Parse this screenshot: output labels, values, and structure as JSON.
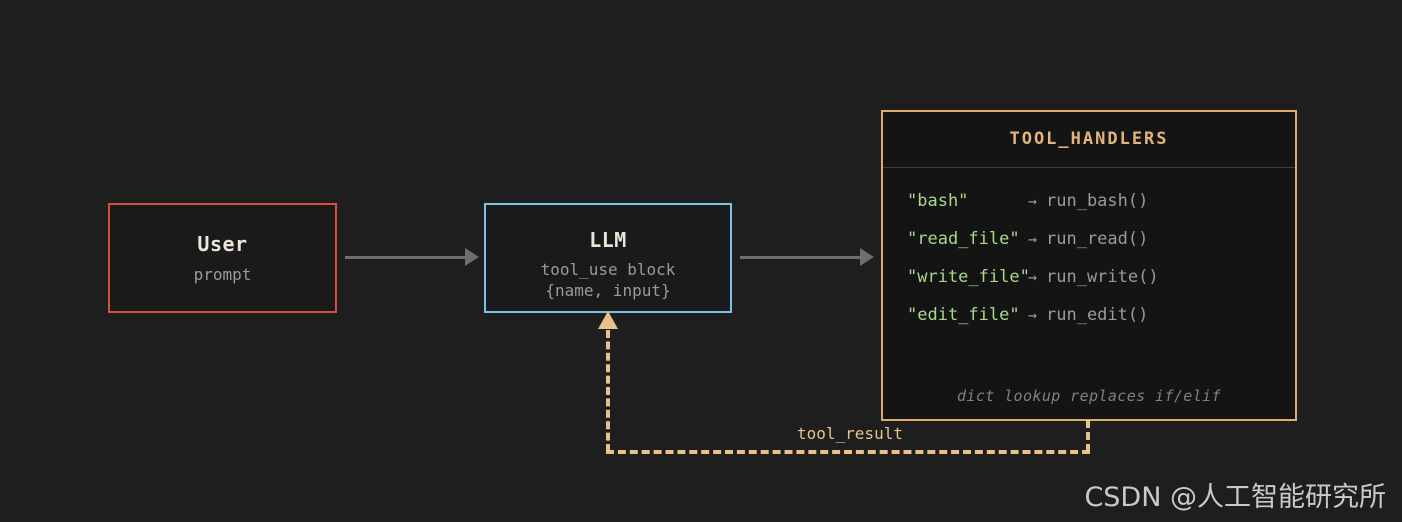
{
  "theme": {
    "background": "#1e1e1e",
    "user_border": "#d4503c",
    "llm_border": "#7cc3e8",
    "handlers_border": "#e0ab70",
    "handlers_title": "#e3b579",
    "key_green": "#a8d98a",
    "muted_gray": "#9a9a9a",
    "dashed_tan": "#e8c089",
    "arrow_gray": "#6e6e6e"
  },
  "nodes": {
    "user": {
      "title": "User",
      "subtitle": "prompt"
    },
    "llm": {
      "title": "LLM",
      "subtitle_line1": "tool_use block",
      "subtitle_line2": "{name, input}"
    },
    "tool_handlers": {
      "title": "TOOL_HANDLERS",
      "note": "dict lookup replaces if/elif",
      "rows": [
        {
          "key": "\"bash\"",
          "arrow": "→",
          "fn": "run_bash()"
        },
        {
          "key": "\"read_file\"",
          "arrow": "→",
          "fn": "run_read()"
        },
        {
          "key": "\"write_file\"",
          "arrow": "→",
          "fn": "run_write()"
        },
        {
          "key": "\"edit_file\"",
          "arrow": "→",
          "fn": "run_edit()"
        }
      ]
    }
  },
  "edges": {
    "user_to_llm": "",
    "llm_to_handlers": "",
    "feedback_label": "tool_result"
  },
  "watermark": "CSDN @人工智能研究所"
}
